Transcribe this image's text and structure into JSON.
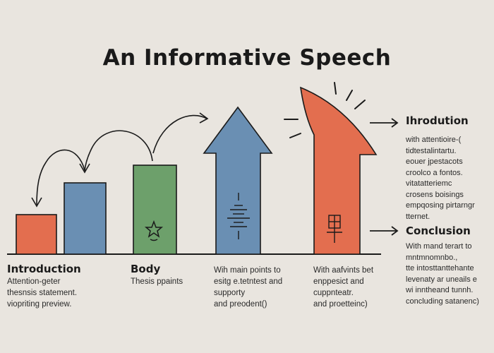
{
  "title": "An Informative Speech",
  "colors": {
    "background": "#e9e5df",
    "orange": "#e36e4f",
    "blue": "#6a8fb3",
    "green": "#6da06b",
    "ink": "#1a1a1a"
  },
  "bars": [
    {
      "name": "introduction-bar",
      "color": "orange",
      "shape": "rectangle"
    },
    {
      "name": "middle-bar",
      "color": "blue",
      "shape": "rectangle"
    },
    {
      "name": "body-bar",
      "color": "green",
      "shape": "rectangle",
      "icon": "star-icon"
    },
    {
      "name": "rising-arrow",
      "color": "blue",
      "shape": "arrow",
      "icon": "equalizer-icon"
    },
    {
      "name": "climax-arrow",
      "color": "orange",
      "shape": "curved-arrow",
      "icon": "grid-icon"
    }
  ],
  "bottom_labels": [
    {
      "heading": "Introduction",
      "text": "Attention-geter\nthesnsis statement.\nviopriting preview."
    },
    {
      "heading": "Body",
      "text": "Thesis ppaints"
    },
    {
      "heading": "",
      "text": "Wih main points to\nesitg e.tetntest and\nsupporty\nand preodent()"
    },
    {
      "heading": "",
      "text": "With aafvints bet\nenppesict and\ncuppnteatr.\nand proetteinc)"
    }
  ],
  "side_labels": [
    {
      "heading": "Ihrodution",
      "text": "with attentioire-(\ntidtestalintartu.\neouer jpestacots\ncroolco a fontos.\nvitatatteriemc\ncrosens boisings\nempqosing pirtarngr\ntternet."
    },
    {
      "heading": "Conclusion",
      "text": "With mand terart to\nmntmnomnbo.,\ntte intosttanttehante\nlevenaty ar uneails e\nwi inntheand tunnh.\nconcluding satanenc)"
    }
  ]
}
